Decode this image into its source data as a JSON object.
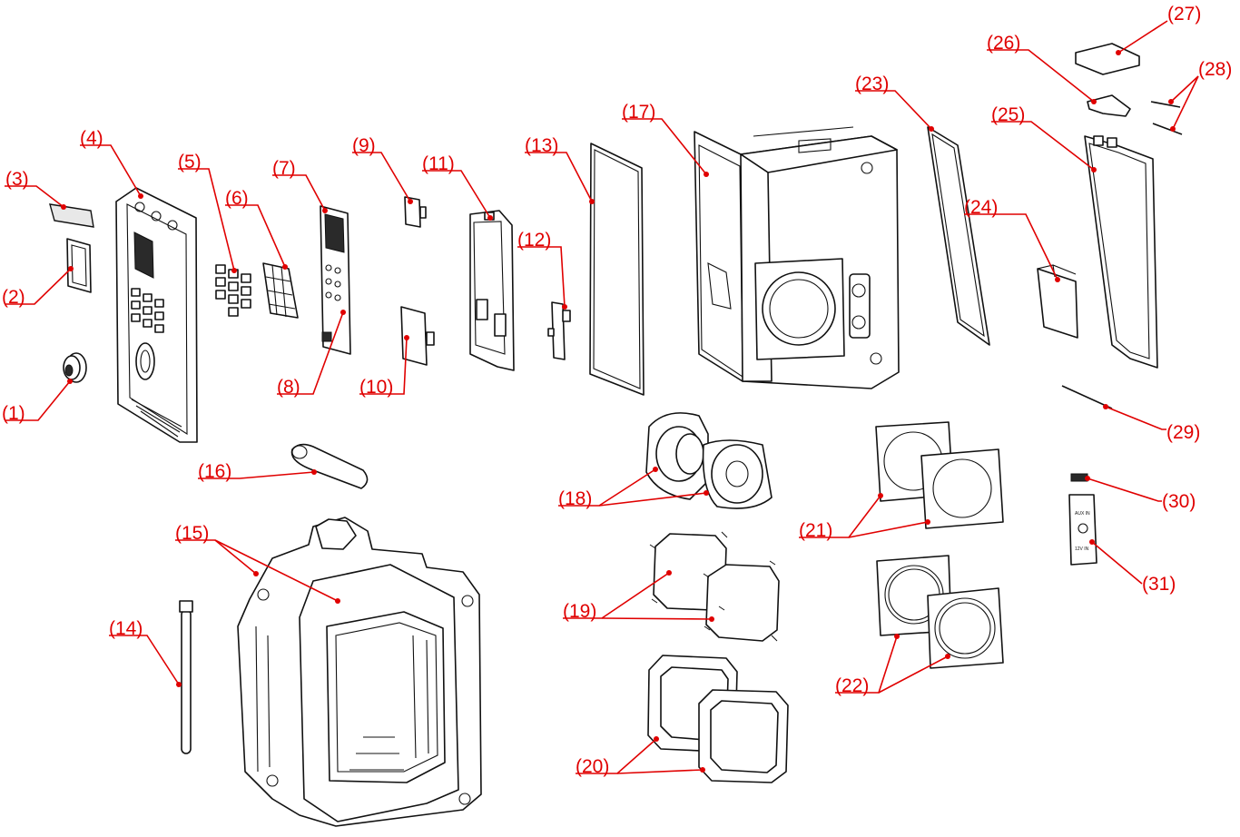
{
  "colors": {
    "callout": "#e00000",
    "line": "#111111",
    "background": "#ffffff"
  },
  "callouts": [
    {
      "id": "1",
      "text": "(1)"
    },
    {
      "id": "2",
      "text": "(2)"
    },
    {
      "id": "3",
      "text": "(3)"
    },
    {
      "id": "4",
      "text": "(4)"
    },
    {
      "id": "5",
      "text": "(5)"
    },
    {
      "id": "6",
      "text": "(6)"
    },
    {
      "id": "7",
      "text": "(7)"
    },
    {
      "id": "8",
      "text": "(8)"
    },
    {
      "id": "9",
      "text": "(9)"
    },
    {
      "id": "10",
      "text": "(10)"
    },
    {
      "id": "11",
      "text": "(11)"
    },
    {
      "id": "12",
      "text": "(12)"
    },
    {
      "id": "13",
      "text": "(13)"
    },
    {
      "id": "14",
      "text": "(14)"
    },
    {
      "id": "15",
      "text": "(15)"
    },
    {
      "id": "16",
      "text": "(16)"
    },
    {
      "id": "17",
      "text": "(17)"
    },
    {
      "id": "18",
      "text": "(18)"
    },
    {
      "id": "19",
      "text": "(19)"
    },
    {
      "id": "20",
      "text": "(20)"
    },
    {
      "id": "21",
      "text": "(21)"
    },
    {
      "id": "22",
      "text": "(22)"
    },
    {
      "id": "23",
      "text": "(23)"
    },
    {
      "id": "24",
      "text": "(24)"
    },
    {
      "id": "25",
      "text": "(25)"
    },
    {
      "id": "26",
      "text": "(26)"
    },
    {
      "id": "27",
      "text": "(27)"
    },
    {
      "id": "28",
      "text": "(28)"
    },
    {
      "id": "29",
      "text": "(29)"
    },
    {
      "id": "30",
      "text": "(30)"
    },
    {
      "id": "31",
      "text": "(31)"
    }
  ],
  "labels": {
    "aux_in": "AUX IN",
    "dc_in": "12V IN"
  }
}
